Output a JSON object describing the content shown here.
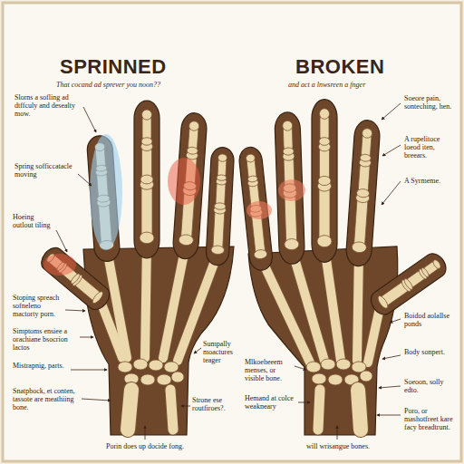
{
  "diagram": {
    "labels": [
      "SPRINNED",
      "That cocand ad sprever you noon??",
      "Slorns a sofling ad dtffculy and desealty mow.",
      "Spring sofficcatacle moving",
      "Hoeing outlout tiling",
      "Stoping spreach sofneleno mactorty porn.",
      "Simptoms ensiee a orachiane bsocrion lactos",
      "Mistrapnig, parts.",
      "Snatpbock, et conten, tassote are meathiing bone.",
      "Porin does up docide fong.",
      "Sumpally moactures teager",
      "Strone ese routfiroes?.",
      "BROKEN",
      "and act a lnwsreen a fnger",
      "Soeore pain, sonteching, hen.",
      "A rupelitoce loeod iten, breears.",
      "A Syrmeme.",
      "Boidod aolallse ponds",
      "Body sonpert.",
      "Soeoon, solly edto.",
      "Poro, or mashotfreet kare facy breadtrunt.",
      "Mlkoeheeem menses, or visible bone.",
      "Hemand at colce weakneary",
      "will wrisangue bones."
    ]
  }
}
